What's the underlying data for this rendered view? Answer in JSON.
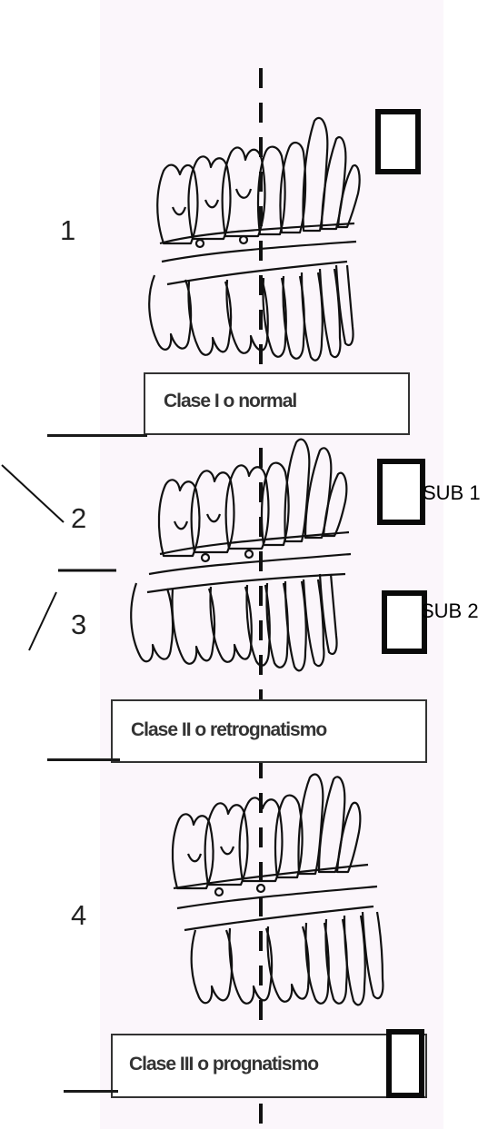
{
  "rows": [
    {
      "number": "1",
      "label": "Clase I o normal"
    },
    {
      "number": "2",
      "side_label": "SUB 1"
    },
    {
      "number": "3",
      "side_label": "SUB 2",
      "label": "Clase II o retrognatismo"
    },
    {
      "number": "4",
      "label": "Clase III o prognatismo"
    }
  ],
  "icons": {
    "checkbox": "empty-square-checkbox",
    "teeth": "dental-occlusion-illustration"
  },
  "colors": {
    "line": "#1a1a1a",
    "panel_background": "#fbf6fb",
    "accent_letter": "#b23030"
  }
}
